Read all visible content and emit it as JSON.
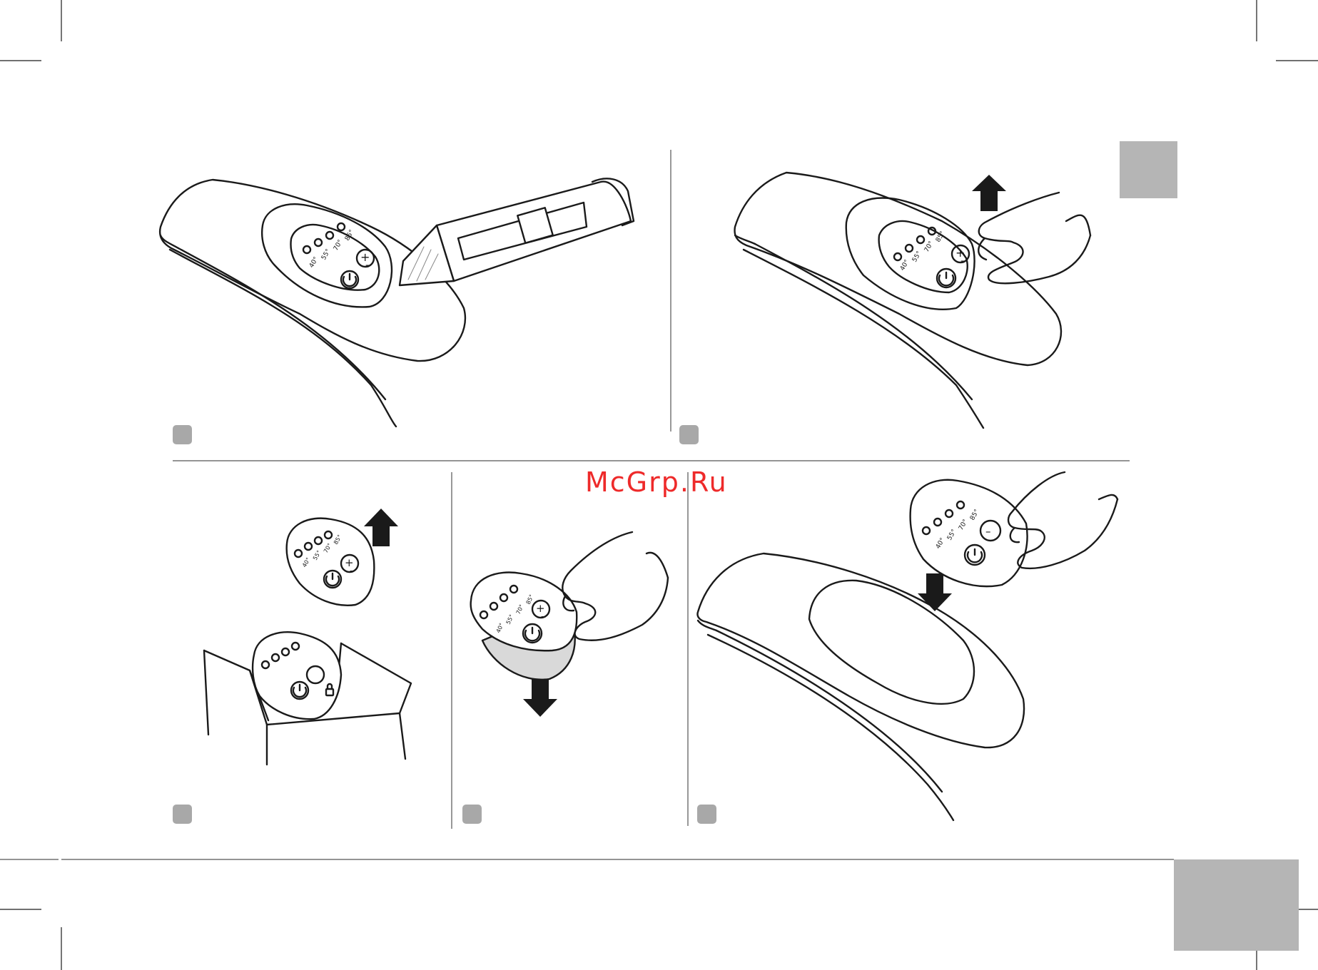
{
  "watermark": "McGrp.Ru",
  "panel_a": {
    "keypad_labels": [
      "40°",
      "55°",
      "70°",
      "85°"
    ],
    "plus": "+",
    "minus": "–"
  },
  "panel_b": {
    "keypad_labels": [
      "40°",
      "55°",
      "70°",
      "85°"
    ],
    "plus": "+",
    "minus": "–"
  },
  "panel_c": {
    "keypad_labels": [
      "40°",
      "55°",
      "70°",
      "85°"
    ],
    "plus": "+",
    "minus": "–"
  },
  "panel_d": {
    "keypad_labels": [
      "40°",
      "55°",
      "70°",
      "85°"
    ],
    "plus": "+",
    "minus": "–"
  },
  "panel_e": {
    "keypad_labels": [
      "40°",
      "55°",
      "70°",
      "85°"
    ],
    "minus": "–"
  },
  "colors": {
    "line": "#1a1a1a",
    "tab": "#b5b5b5",
    "marker": "#a8a8a8",
    "watermark": "#ee2a2a",
    "peel": "#d9d9d9"
  },
  "icons": [
    "cutter-knife-icon",
    "arrow-up-icon",
    "arrow-down-icon",
    "hand-icon",
    "power-icon",
    "lock-icon",
    "box-icon"
  ]
}
